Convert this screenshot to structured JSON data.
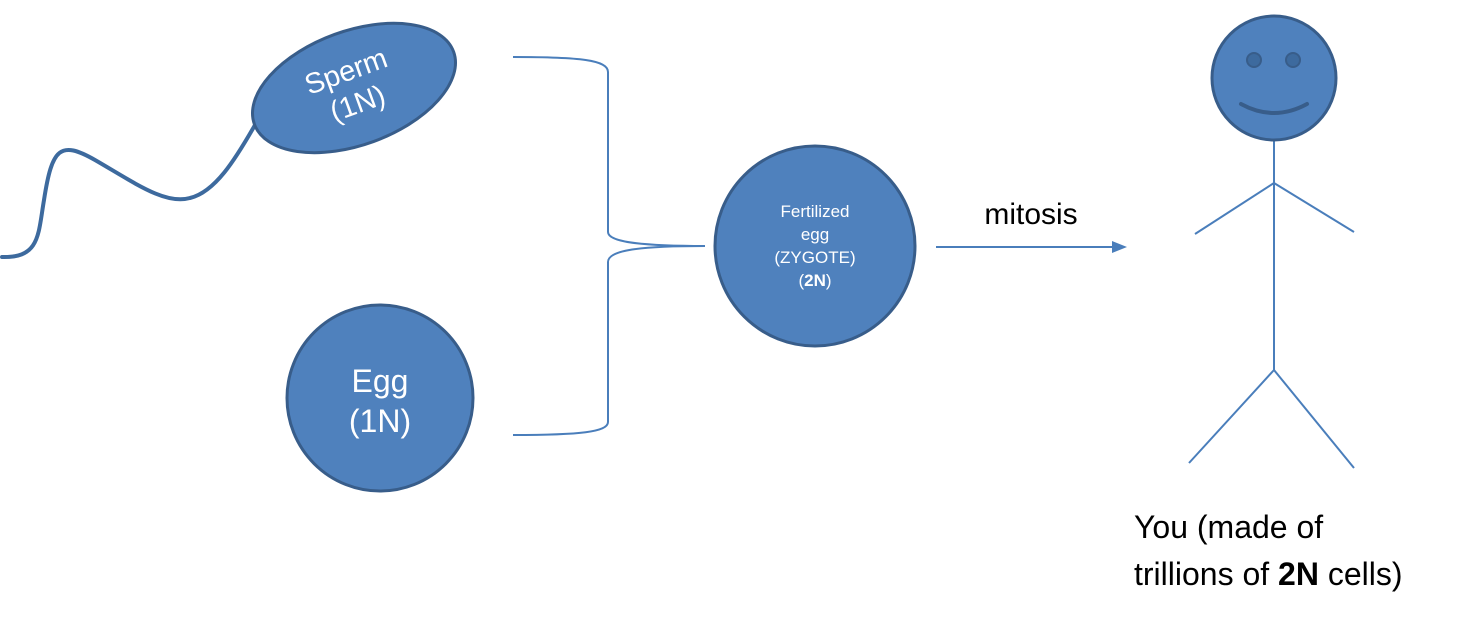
{
  "colors": {
    "cell_fill": "#4f81bd",
    "cell_stroke": "#385d8a",
    "line": "#4a7ebb",
    "label_text": "#000000",
    "cell_text": "#ffffff"
  },
  "sperm": {
    "line1": "Sperm",
    "line2": "(1N)"
  },
  "egg": {
    "line1": "Egg",
    "line2": "(1N)"
  },
  "zygote": {
    "line1": "Fertilized",
    "line2": "egg",
    "line3": "(ZYGOTE)",
    "line4_open": "(",
    "line4_bold": "2N",
    "line4_close": ")"
  },
  "arrow": {
    "label": "mitosis"
  },
  "person": {
    "caption_line1": "You (made of",
    "caption_line2_pre": "trillions of ",
    "caption_line2_bold": "2N",
    "caption_line2_post": " cells)"
  }
}
